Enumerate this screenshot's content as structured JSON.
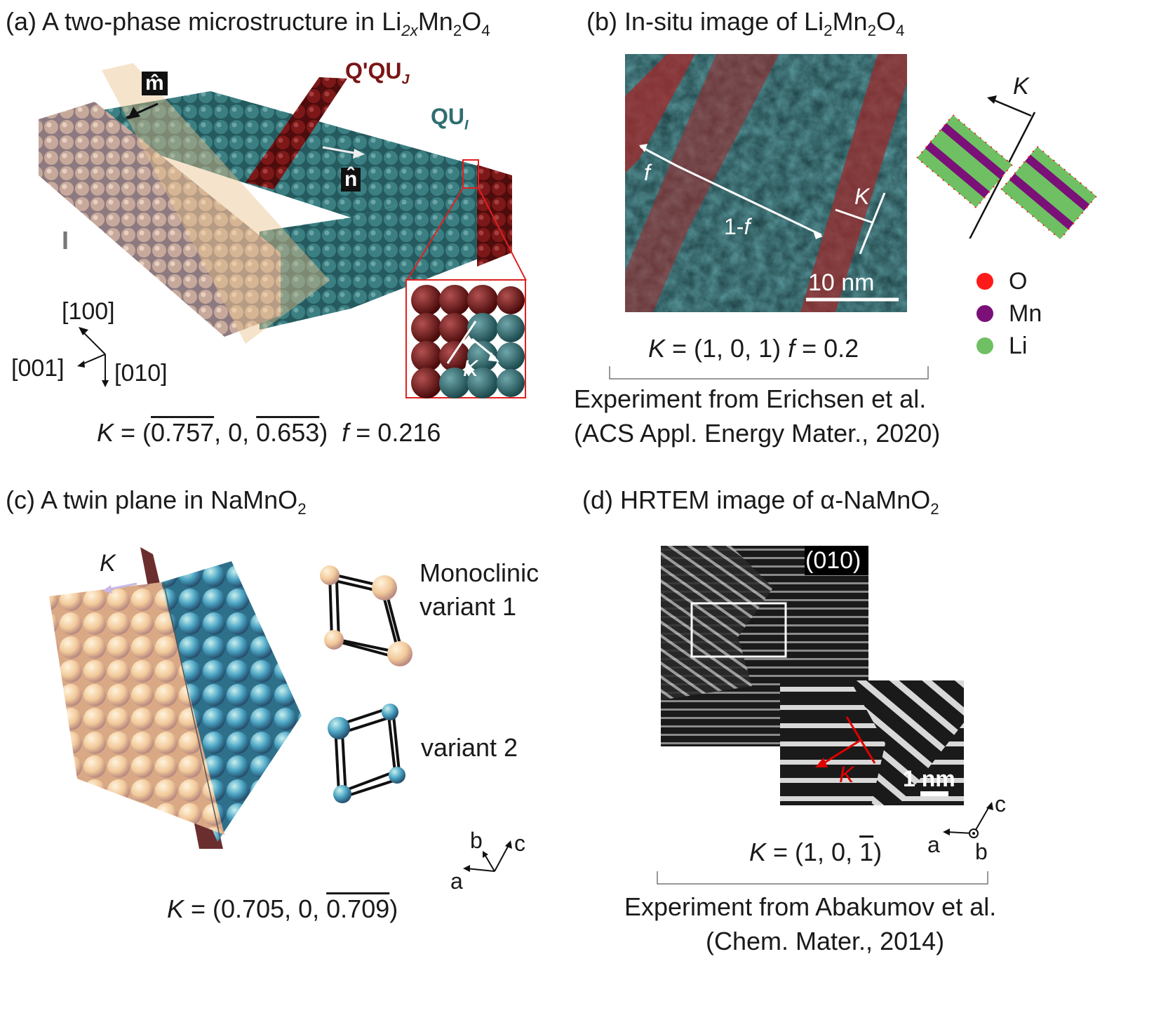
{
  "panel_a": {
    "title_prefix": "(a) A two-phase microstructure in Li",
    "title_sub1": "2x",
    "title_mid": "Mn",
    "title_sub2": "2",
    "title_o": "O",
    "title_sub3": "4",
    "phase_j": "Q'QU",
    "phase_j_sub": "J",
    "phase_i": "QU",
    "phase_i_sub": "I",
    "m_hat": "m̂",
    "n_hat": "n̂",
    "I_label": "I",
    "dir_100": "[100]",
    "dir_001": "[001]",
    "dir_010": "[010]",
    "inset_K": "K",
    "eq_K": "K",
    "eq_open": " = (",
    "eq_v1": "0.757",
    "eq_sep1": ", 0, ",
    "eq_v3": "0.653",
    "eq_close": ")",
    "eq_f": "f",
    "eq_fval": " = 0.216"
  },
  "panel_b": {
    "title_prefix": "(b) In-situ image of Li",
    "title_sub1": "2",
    "title_mid": "Mn",
    "title_sub2": "2",
    "title_o": "O",
    "title_sub3": "4",
    "f_label": "f",
    "one_minus_f": "1-",
    "one_minus_f_it": "f",
    "K_label": "K",
    "scale": "10  nm",
    "crystal_K": "K",
    "legend": [
      {
        "name": "O",
        "color": "#ff1a1a"
      },
      {
        "name": "Mn",
        "color": "#7a1078"
      },
      {
        "name": "Li",
        "color": "#6fbf63"
      }
    ],
    "eq_K": "K",
    "eq_text": " = (1, 0, 1)  ",
    "eq_f": "f",
    "eq_fval": " = 0.2",
    "source_line1": "Experiment from Erichsen et al.",
    "source_line2": "(ACS Appl. Energy Mater., 2020)"
  },
  "panel_c": {
    "title_prefix": "(c) A twin plane in NaMnO",
    "title_sub": "2",
    "K_label": "K",
    "variant1_line1": "Monoclinic",
    "variant1_line2": "variant 1",
    "variant2": "variant 2",
    "axis_a": "a",
    "axis_b": "b",
    "axis_c": "c",
    "eq_K": "K",
    "eq_open": " = (0.705, 0, ",
    "eq_v3": "0.709",
    "eq_close": ")"
  },
  "panel_d": {
    "title_prefix": "(d) HRTEM image of α-NaMnO",
    "title_sub": "2",
    "zone": "(010)",
    "K_label": "K",
    "scale": "1 nm",
    "axis_a": "a",
    "axis_b": "b",
    "axis_c": "c",
    "eq_K": "K",
    "eq_open": " = (1, 0, ",
    "eq_v3": "1",
    "eq_close": ")",
    "source_line1": "Experiment  from  Abakumov et al.",
    "source_line2": "(Chem. Mater., 2014)"
  },
  "colors": {
    "qu_teal": "#2f6e72",
    "qqu_red": "#7a1515",
    "beige": "#c9a897",
    "plane": "#e8c48c",
    "red_frame": "#e02020",
    "orange_sphere": "#f2c99a",
    "blue_sphere": "#4aa3c2",
    "twin_plane": "#6b2e2e"
  }
}
